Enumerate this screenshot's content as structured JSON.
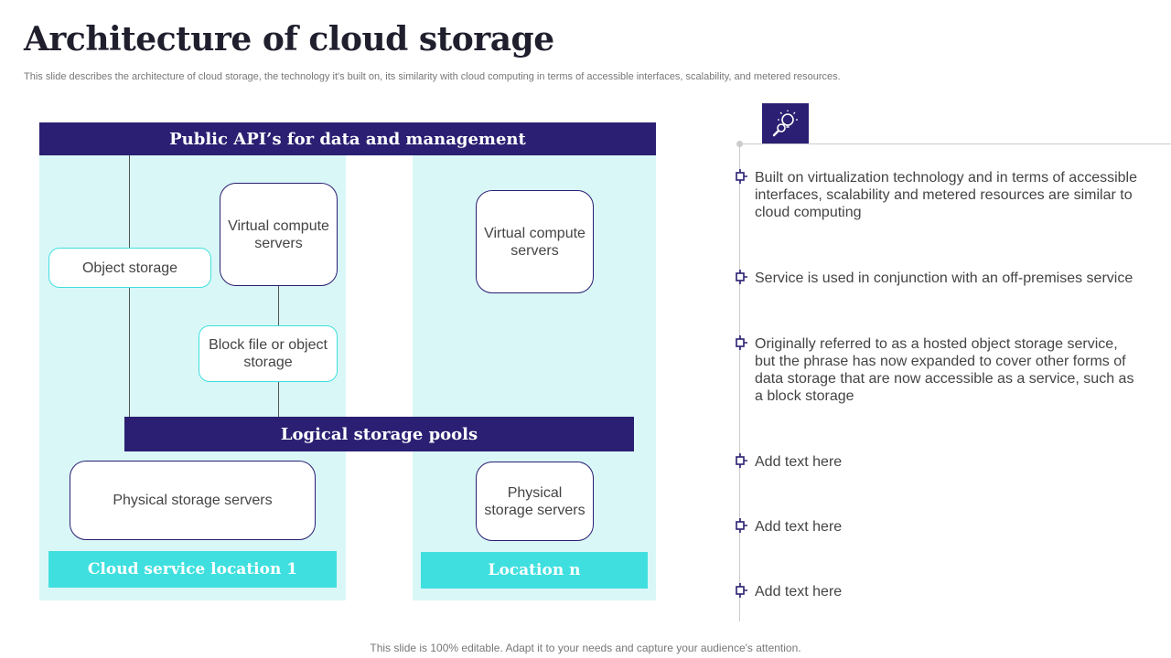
{
  "header": {
    "title": "Architecture of cloud storage",
    "subtitle": "This slide describes the architecture of cloud storage, the technology it's built on, its similarity with cloud computing in terms of accessible interfaces, scalability, and metered resources."
  },
  "diagram": {
    "api_bar": "Public API’s for data and management",
    "object_storage": "Object storage",
    "virtual_compute_1": "Virtual compute servers",
    "block_storage": "Block file or object storage",
    "virtual_compute_2": "Virtual compute servers",
    "logical_pools": "Logical storage pools",
    "physical_1": "Physical storage servers",
    "physical_2": "Physical storage servers",
    "location_1": "Cloud service location 1",
    "location_n": "Location n"
  },
  "colors": {
    "navy": "#2a1f72",
    "teal": "#40dfdf",
    "panel": "#d9f7f7"
  },
  "icons": {
    "header_icon": "lightbulb-magnifier-icon"
  },
  "points": [
    "Built on virtualization technology and in terms of accessible interfaces, scalability and metered resources are similar to cloud computing",
    "Service is used in conjunction  with an off-premises service",
    "Originally referred to as a hosted object storage service, but the phrase has now expanded to cover other forms of data storage that are now accessible as a service, such as a block storage",
    "Add text here",
    "Add text here",
    "Add text here"
  ],
  "footer": "This slide is 100% editable. Adapt it to your needs and capture your audience's attention."
}
